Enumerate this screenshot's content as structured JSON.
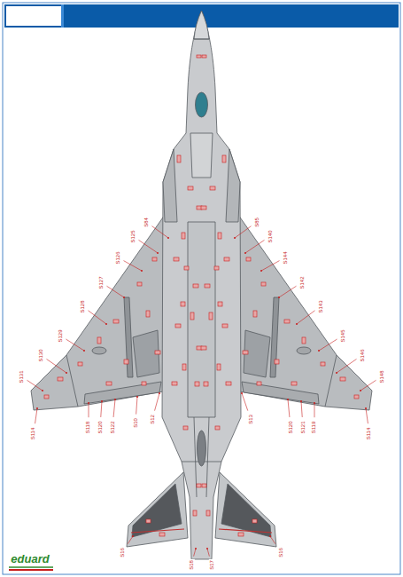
{
  "diagram": {
    "labels": [
      "S84",
      "S125",
      "S126",
      "S127",
      "S128",
      "S129",
      "S130",
      "S131",
      "S114",
      "S118",
      "S120",
      "S122",
      "S10",
      "S12",
      "S85",
      "S140",
      "S144",
      "S142",
      "S143",
      "S145",
      "S146",
      "S148",
      "S114",
      "S119",
      "S121",
      "S120",
      "S13",
      "S16",
      "S16",
      "S18",
      "S17",
      "eduard"
    ]
  }
}
